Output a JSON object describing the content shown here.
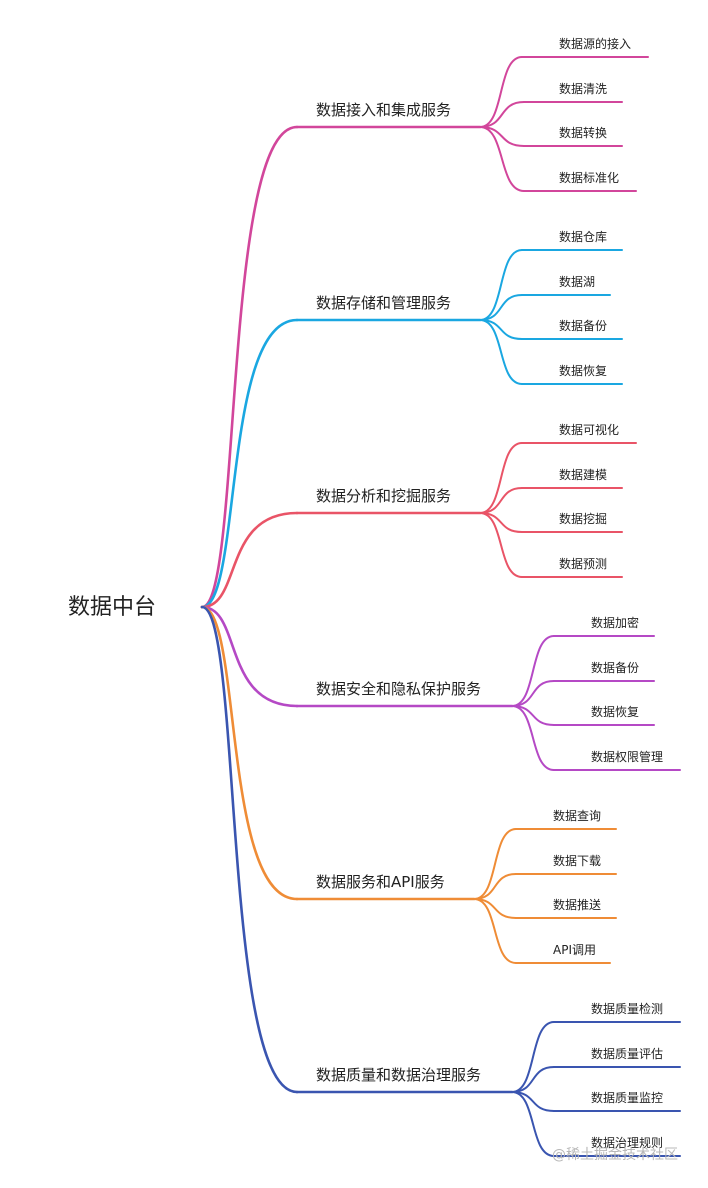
{
  "root": "数据中台",
  "branches": [
    {
      "label": "数据接入和集成服务",
      "color": "#d2469b",
      "children": [
        "数据源的接入",
        "数据清洗",
        "数据转换",
        "数据标准化"
      ]
    },
    {
      "label": "数据存储和管理服务",
      "color": "#1aa7e1",
      "children": [
        "数据仓库",
        "数据湖",
        "数据备份",
        "数据恢复"
      ]
    },
    {
      "label": "数据分析和挖掘服务",
      "color": "#e95467",
      "children": [
        "数据可视化",
        "数据建模",
        "数据挖掘",
        "数据预测"
      ]
    },
    {
      "label": "数据安全和隐私保护服务",
      "color": "#b549c5",
      "children": [
        "数据加密",
        "数据备份",
        "数据恢复",
        "数据权限管理"
      ]
    },
    {
      "label": "数据服务和API服务",
      "color": "#ef8c36",
      "children": [
        "数据查询",
        "数据下载",
        "数据推送",
        "API调用"
      ]
    },
    {
      "label": "数据质量和数据治理服务",
      "color": "#3a55b0",
      "children": [
        "数据质量检测",
        "数据质量评估",
        "数据质量监控",
        "数据治理规则"
      ]
    }
  ],
  "watermark": "@稀土掘金技术社区"
}
